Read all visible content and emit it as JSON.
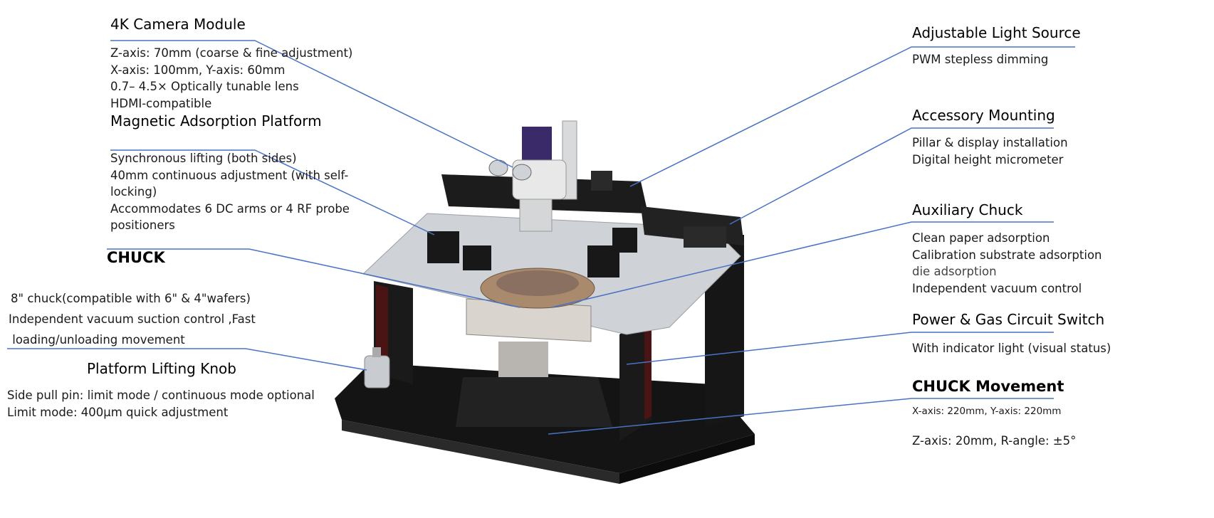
{
  "colors": {
    "leader_line": "#4a72c4",
    "machine_body": "#161616",
    "plate": "#cfd2d6",
    "accent_purple": "#3a2a6a"
  },
  "labels": {
    "camera": {
      "title": "4K Camera Module",
      "lines": [
        "Z-axis: 70mm (coarse & fine adjustment)",
        "X-axis: 100mm, Y-axis: 60mm",
        "0.7–  4.5× Optically tunable lens",
        "HDMI-compatible"
      ]
    },
    "magnetic": {
      "title": "Magnetic Adsorption Platform",
      "lines": [
        "Synchronous lifting (both sides)",
        "40mm continuous adjustment (with self-",
        "locking)",
        "Accommodates 6 DC arms or 4 RF probe",
        "positioners"
      ]
    },
    "chuck": {
      "title": "CHUCK",
      "lines": [
        "8\" chuck(compatible with 6\" & 4\"wafers)",
        "Independent vacuum suction control ,Fast",
        " loading/unloading movement"
      ]
    },
    "knob": {
      "title": "Platform Lifting Knob",
      "lines": [
        "Side pull pin: limit mode / continuous mode optional",
        "Limit mode: 400μm quick adjustment"
      ]
    },
    "light": {
      "title": "Adjustable Light Source",
      "lines": [
        "PWM stepless dimming"
      ]
    },
    "accessory": {
      "title": "Accessory Mounting",
      "lines": [
        "Pillar & display installation",
        "Digital height micrometer"
      ]
    },
    "aux": {
      "title": "Auxiliary Chuck",
      "lines": [
        "Clean paper adsorption",
        "Calibration substrate adsorption",
        "die adsorption",
        "Independent vacuum control"
      ]
    },
    "power": {
      "title": "Power & Gas Circuit Switch",
      "lines": [
        "With indicator light (visual status)"
      ]
    },
    "movement": {
      "title": "CHUCK Movement",
      "lines": [
        "X-axis: 220mm, Y-axis: 220mm",
        "Z-axis: 20mm, R-angle: ±5°"
      ]
    }
  }
}
